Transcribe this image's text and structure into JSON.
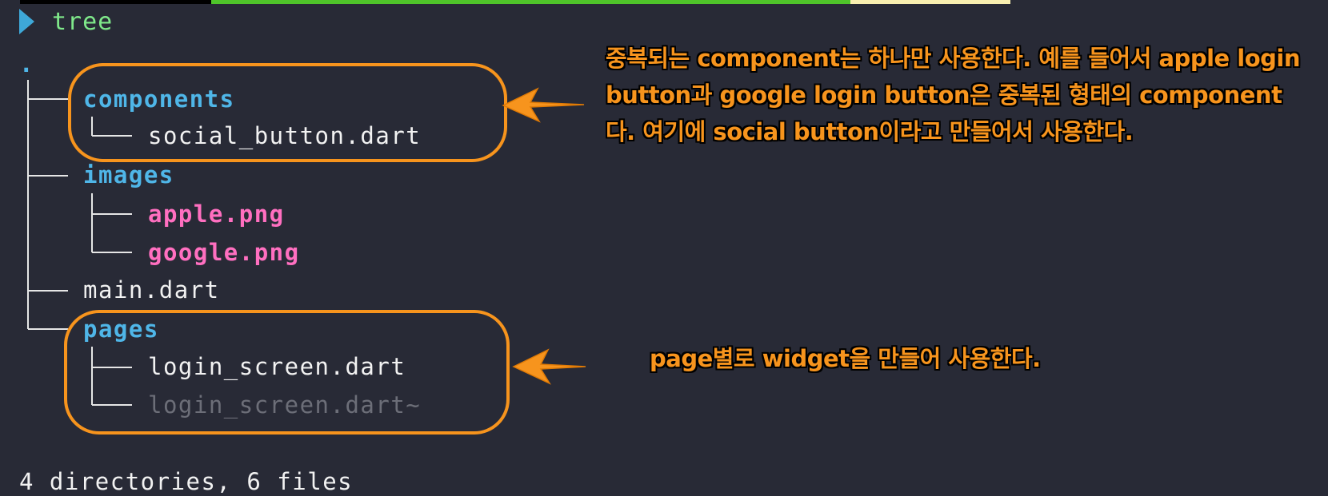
{
  "terminal": {
    "command": "tree",
    "tree": {
      "root": ".",
      "components_dir": "components",
      "social_button_file": "social_button.dart",
      "images_dir": "images",
      "apple_file": "apple.png",
      "google_file": "google.png",
      "main_file": "main.dart",
      "pages_dir": "pages",
      "login_screen_file": "login_screen.dart",
      "login_screen_backup_file": "login_screen.dart~"
    },
    "summary": "4 directories, 6 files",
    "colors": {
      "background": "#282a36",
      "directory": "#4fb6e8",
      "image_file": "#ff6fc0",
      "backup_file": "#6c6e78",
      "prompt_arrow": "#3ea8d8",
      "command": "#7fe88a"
    }
  },
  "annotations": {
    "components_note": "중복되는 component는 하나만 사용한다. 예를 들어서 apple login button과 google login button은 중복된 형태의 component다.  여기에 social button이라고 만들어서 사용한다.",
    "pages_note": "page별로 widget을 만들어 사용한다.",
    "color": "#f7941d"
  }
}
